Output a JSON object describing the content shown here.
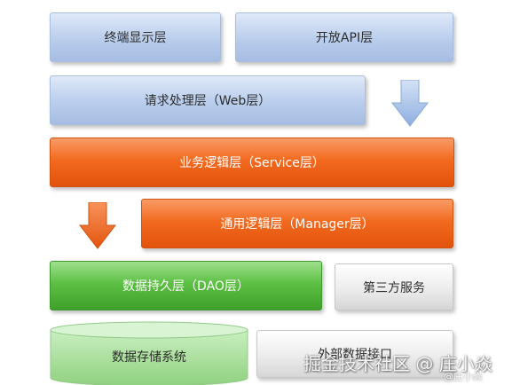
{
  "layers": {
    "display": "终端显示层",
    "open_api": "开放API层",
    "request": "请求处理层（Web层）",
    "service": "业务逻辑层（Service层）",
    "manager": "通用逻辑层（Manager层）",
    "dao": "数据持久层（DAO层）",
    "third_party": "第三方服务",
    "storage": "数据存储系统",
    "external_api": "外部数据接口"
  },
  "watermark": {
    "main": "掘金技术社区 @ 庄小焱",
    "sub": "@庄小焱"
  },
  "colors": {
    "blue": "#b9cdec",
    "orange": "#f26a1f",
    "green": "#5cc043",
    "gray": "#ececec",
    "storage": "#a8dfa0"
  }
}
